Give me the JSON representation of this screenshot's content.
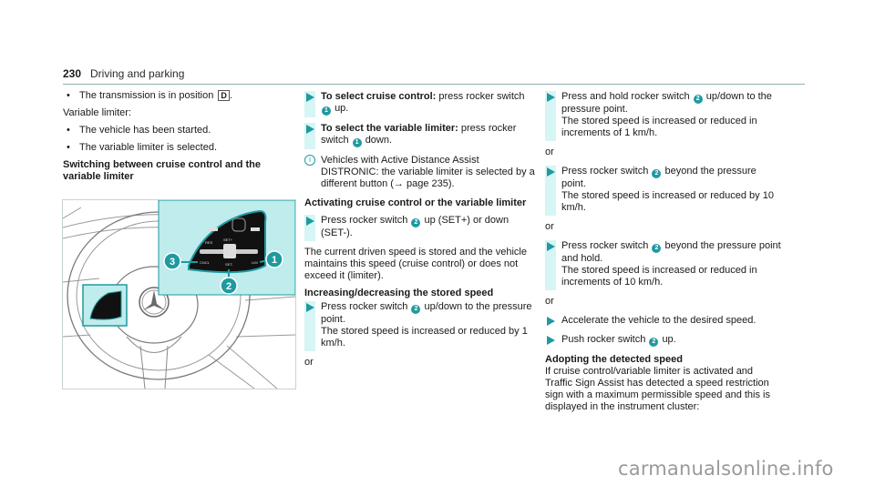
{
  "header": {
    "page_number": "230",
    "section_title": "Driving and parking"
  },
  "column1": {
    "bullet_transmission": "The transmission is in position",
    "transmission_key": "D",
    "transmission_suffix": ".",
    "variable_limiter_label": "Variable limiter:",
    "bullets": [
      "The vehicle has been started.",
      "The variable limiter is selected."
    ],
    "heading": "Switching between cruise control and the variable limiter"
  },
  "figure": {
    "callouts": [
      "1",
      "2",
      "3"
    ],
    "button_labels": {
      "set_plus": "SET+",
      "set_minus": "SET-",
      "cancel": "CNCL",
      "limit": "LIM",
      "res": "RES"
    }
  },
  "column2": {
    "step1_bold": "To select cruise control:",
    "step1_text_a": "press rocker switch",
    "step1_num": "1",
    "step1_text_b": "up.",
    "step2_bold": "To select the variable limiter:",
    "step2_text_a": "press rocker switch",
    "step2_num": "1",
    "step2_text_b": "down.",
    "info_icon": "i",
    "info_text": "Vehicles with Active Distance Assist DISTRONIC: the variable limiter is selected by a different button (→ page 235).",
    "heading_activate": "Activating cruise control or the variable limiter",
    "step3_text_a": "Press rocker switch",
    "step3_num": "2",
    "step3_text_b": "up (SET+) or down (SET-).",
    "para_current": "The current driven speed is stored and the vehicle maintains this speed (cruise control) or does not exceed it (limiter).",
    "heading_incdec": "Increasing/decreasing the stored speed",
    "step4_text_a": "Press rocker switch",
    "step4_num": "2",
    "step4_text_b": "up/down to the pressure point.",
    "step4_text_c": "The stored speed is increased or reduced by 1 km/h.",
    "or": "or"
  },
  "column3": {
    "step1_text_a": "Press and hold rocker switch",
    "step1_num": "2",
    "step1_text_b": "up/down to the pressure point.",
    "step1_text_c": "The stored speed is increased or reduced in increments of 1 km/h.",
    "or1": "or",
    "step2_text_a": "Press rocker switch",
    "step2_num": "2",
    "step2_text_b": "beyond the pressure point.",
    "step2_text_c": "The stored speed is increased or reduced by 10 km/h.",
    "or2": "or",
    "step3_text_a": "Press rocker switch",
    "step3_num": "2",
    "step3_text_b": "beyond the pressure point and hold.",
    "step3_text_c": "The stored speed is increased or reduced in increments of 10 km/h.",
    "or3": "or",
    "step4_text": "Accelerate the vehicle to the desired speed.",
    "step5_text_a": "Push rocker switch",
    "step5_num": "2",
    "step5_text_b": "up.",
    "heading_adopt": "Adopting the detected speed",
    "para_adopt": "If cruise control/variable limiter is activated and Traffic Sign Assist has detected a speed restriction sign with a maximum permissible speed and this is displayed in the instrument cluster:"
  },
  "watermark": "carmanualsonline.info",
  "colors": {
    "accent": "#1f9aa0",
    "accent_light": "#d6f5f5",
    "figure_panel": "#bfecec",
    "header_rule": "#8fb0b0"
  }
}
